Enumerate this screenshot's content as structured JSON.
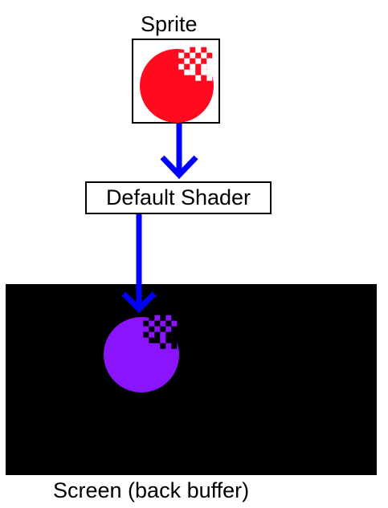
{
  "sprite": {
    "title": "Sprite",
    "color": "#ff0a1e"
  },
  "shader": {
    "label": "Default Shader"
  },
  "screen": {
    "caption": "Screen (back buffer)",
    "background": "#000000",
    "output_color": "#8b14ff"
  },
  "arrows": {
    "color": "#0000ff"
  },
  "icons": [
    "sprite-dither-disc",
    "arrow-down",
    "output-dither-disc"
  ]
}
